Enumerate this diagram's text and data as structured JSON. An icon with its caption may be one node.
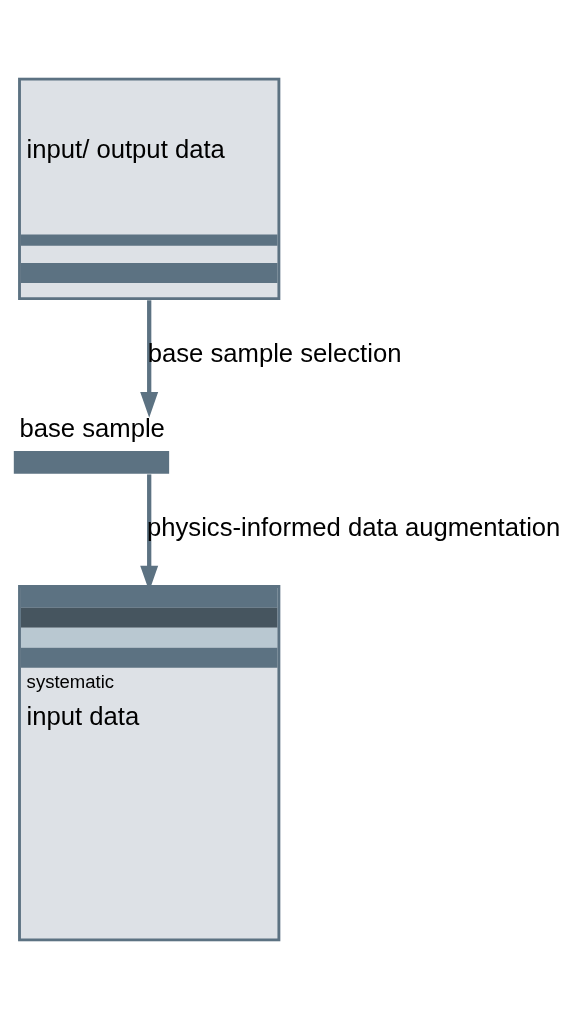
{
  "diagram": {
    "nodes": [
      {
        "text": [
          "input/ output data"
        ]
      },
      {
        "text": [
          "base sample"
        ]
      },
      {
        "text": [
          "systematic",
          "input data"
        ]
      }
    ],
    "edges": [
      {
        "from": 0,
        "to": 1,
        "arrow": "to",
        "label": "base sample selection"
      },
      {
        "from": 1,
        "to": 2,
        "arrow": "to",
        "label": "physics-informed data augmentation"
      }
    ]
  }
}
